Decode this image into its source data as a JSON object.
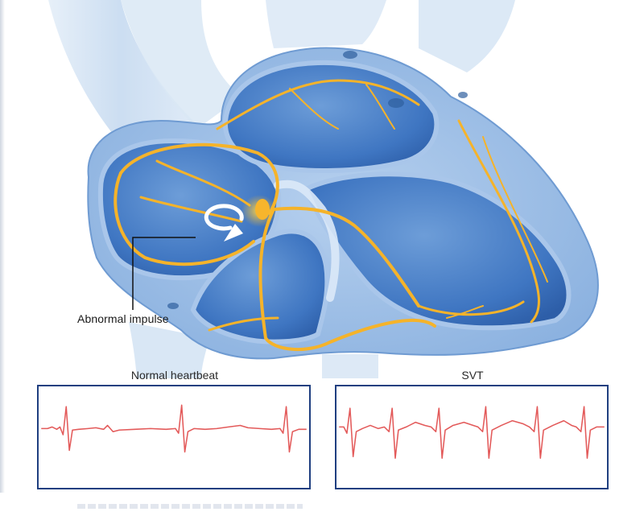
{
  "labels": {
    "callout": "Abnormal impulse"
  },
  "panels": {
    "normal": {
      "title": "Normal heartbeat"
    },
    "svt": {
      "title": "SVT"
    }
  },
  "colors": {
    "ecg_trace": "#e35a5a",
    "panel_border": "#1f3f80",
    "conduction_path": "#f5b32a",
    "heart_tissue": "#8fb5e0",
    "chamber_interior": "#3a72c0",
    "vessel": "#c9dcf0"
  }
}
